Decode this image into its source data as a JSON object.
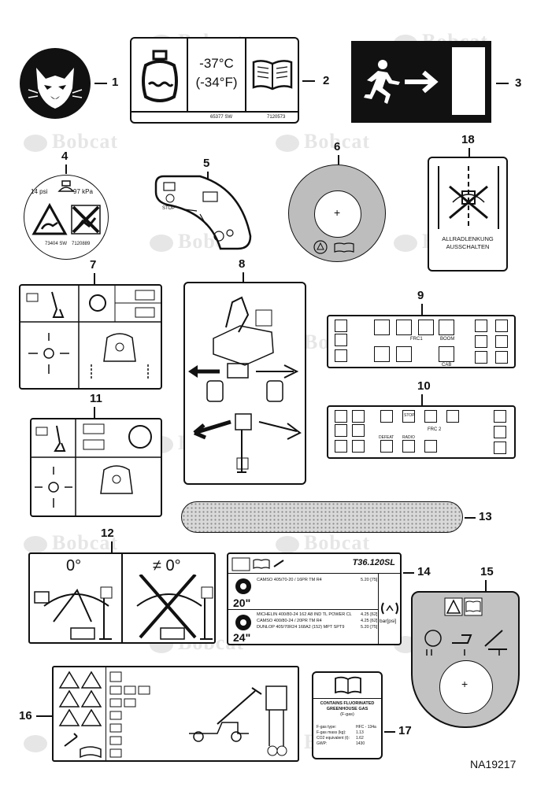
{
  "watermark": "Bobcat",
  "figure_id": "NA19217",
  "callouts": [
    "1",
    "2",
    "3",
    "4",
    "5",
    "6",
    "7",
    "8",
    "9",
    "10",
    "11",
    "12",
    "13",
    "14",
    "15",
    "16",
    "17",
    "18"
  ],
  "decal2": {
    "temp_c": "-37°C",
    "temp_f": "(-34°F)",
    "code_left": "65377 SW",
    "code_right": "7120573"
  },
  "decal4": {
    "pressure_psi": "14 psi",
    "pressure_kpa": "97 kPa",
    "code_left": "73404 SW",
    "code_right": "7120889"
  },
  "decal5": {
    "stop": "STOP"
  },
  "decal18": {
    "line1": "ALLRADLENKUNG",
    "line2": "AUSSCHALTEN"
  },
  "decal9": {
    "frc1": "FRC1",
    "boom": "BOOM",
    "cab": "CAB"
  },
  "decal10": {
    "frc2": "FRC 2",
    "defeat": "DEFEAT",
    "radio": "RADIO",
    "stop": "STOP"
  },
  "decal12": {
    "left_angle": "0°",
    "right_angle": "≠ 0°"
  },
  "decal14": {
    "model": "T36.120SL",
    "row1": {
      "tire": "CAMSO 405/70-20 / 16PR TM R4",
      "pressure": "5.20 [75]",
      "size": "20\""
    },
    "row2": [
      {
        "tire": "MICHELIN 400/80-24 162 A8 IND TL POWER CL",
        "pressure": "4.25 [62]"
      },
      {
        "tire": "CAMSO 400/80-24 / 20PR TM R4",
        "pressure": "4.25 [62]"
      },
      {
        "tire": "DUNLOP 405/70R24 168A2 (152) MPT SPT9",
        "pressure": "5.20 [75]"
      }
    ],
    "size2": "24\"",
    "unit": "bar[psi]"
  },
  "decal17": {
    "title1": "CONTAINS FLUORINATED",
    "title2": "GREENHOUSE GAS",
    "title3": "(F-gas)",
    "rows": [
      {
        "k": "F-gas type:",
        "v": "HFC - 134a"
      },
      {
        "k": "F-gas mass (kg):",
        "v": "1.13"
      },
      {
        "k": "CO2 equivalent (t):",
        "v": "1.62"
      },
      {
        "k": "GWP:",
        "v": "1430"
      }
    ]
  }
}
